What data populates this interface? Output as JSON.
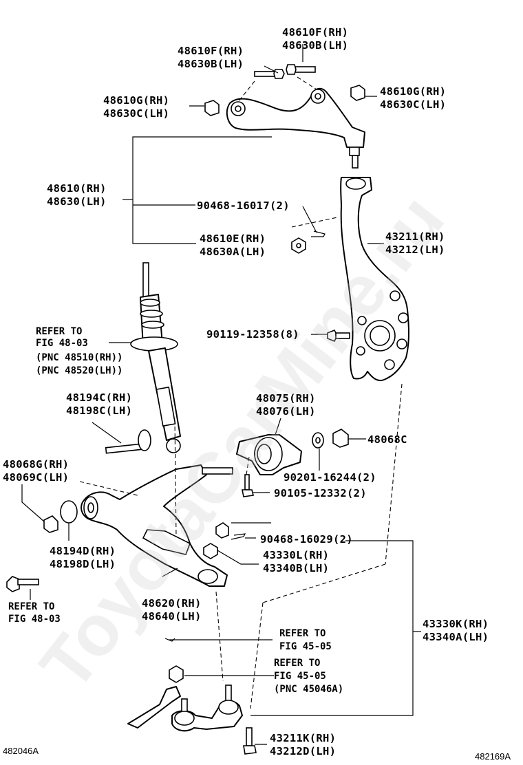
{
  "watermark": "ToyotaCarMine.ru",
  "figure_numbers": {
    "left": "482046A",
    "right": "482169A"
  },
  "labels": {
    "l01": "48610F(RH)",
    "l02": "48630B(LH)",
    "l03": "48610F(RH)",
    "l04": "48630B(LH)",
    "l05": "48610G(RH)",
    "l06": "48630C(LH)",
    "l07": "48610G(RH)",
    "l08": "48630C(LH)",
    "l09": "48610(RH)",
    "l10": "48630(LH)",
    "l11": "90468-16017(2)",
    "l12": "48610E(RH)",
    "l13": "48630A(LH)",
    "l14": "43211(RH)",
    "l15": "43212(LH)",
    "l16": "REFER TO",
    "l17": "FIG 48-03",
    "l18": "(PNC 48510(RH))",
    "l19": "(PNC 48520(LH))",
    "l20": "90119-12358(8)",
    "l21": "48194C(RH)",
    "l22": "48198C(LH)",
    "l23": "48075(RH)",
    "l24": "48076(LH)",
    "l25": "48068C",
    "l26": "48068G(RH)",
    "l27": "48069C(LH)",
    "l28": "90201-16244(2)",
    "l29": "90105-12332(2)",
    "l30": "90468-16029(2)",
    "l31": "48194D(RH)",
    "l32": "48198D(LH)",
    "l33": "43330L(RH)",
    "l34": "43340B(LH)",
    "l35": "REFER TO",
    "l36": "FIG 48-03",
    "l37": "48620(RH)",
    "l38": "48640(LH)",
    "l39": "REFER TO",
    "l40": "FIG 45-05",
    "l41": "43330K(RH)",
    "l42": "43340A(LH)",
    "l43": "REFER TO",
    "l44": "FIG 45-05",
    "l45": "(PNC 45046A)",
    "l46": "43211K(RH)",
    "l47": "43212D(LH)"
  }
}
